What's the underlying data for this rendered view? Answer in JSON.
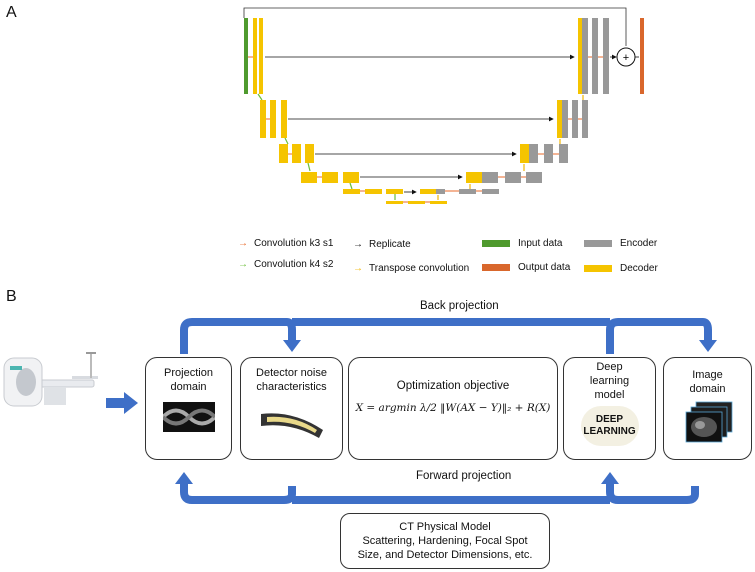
{
  "panels": {
    "a": "A",
    "b": "B"
  },
  "legend": {
    "conv_k3": "Convolution k3 s1",
    "conv_k4": "Convolution k4 s2",
    "replicate": "Replicate",
    "transpose": "Transpose convolution",
    "input": "Input data",
    "output": "Output data",
    "encoder": "Encoder",
    "decoder": "Decoder"
  },
  "colors": {
    "conv_k3": "#e8692a",
    "conv_k4": "#6cbf3a",
    "replicate": "#111111",
    "transpose": "#f2b705",
    "input": "#4f9a2e",
    "output": "#d9672c",
    "encoder": "#999999",
    "decoder": "#f5c400",
    "flow": "#3e6fc7"
  },
  "unet": {
    "sum_symbol": "+"
  },
  "flow": {
    "back_projection": "Back projection",
    "forward_projection": "Forward projection",
    "projection_domain": [
      "Projection",
      "domain"
    ],
    "detector_noise": [
      "Detector noise",
      "characteristics"
    ],
    "optimization": "Optimization objective",
    "equation": "X = argmin λ/2 ‖W(AX − Y)‖₂ + R(X)",
    "deep_learning_model": [
      "Deep",
      "learning",
      "model"
    ],
    "image_domain": [
      "Image",
      "domain"
    ],
    "deep_learning_logo": [
      "DEEP",
      "LEARNING"
    ],
    "ct_model": [
      "CT Physical Model",
      "Scattering, Hardening, Focal Spot",
      "Size, and Detector Dimensions, etc."
    ]
  }
}
